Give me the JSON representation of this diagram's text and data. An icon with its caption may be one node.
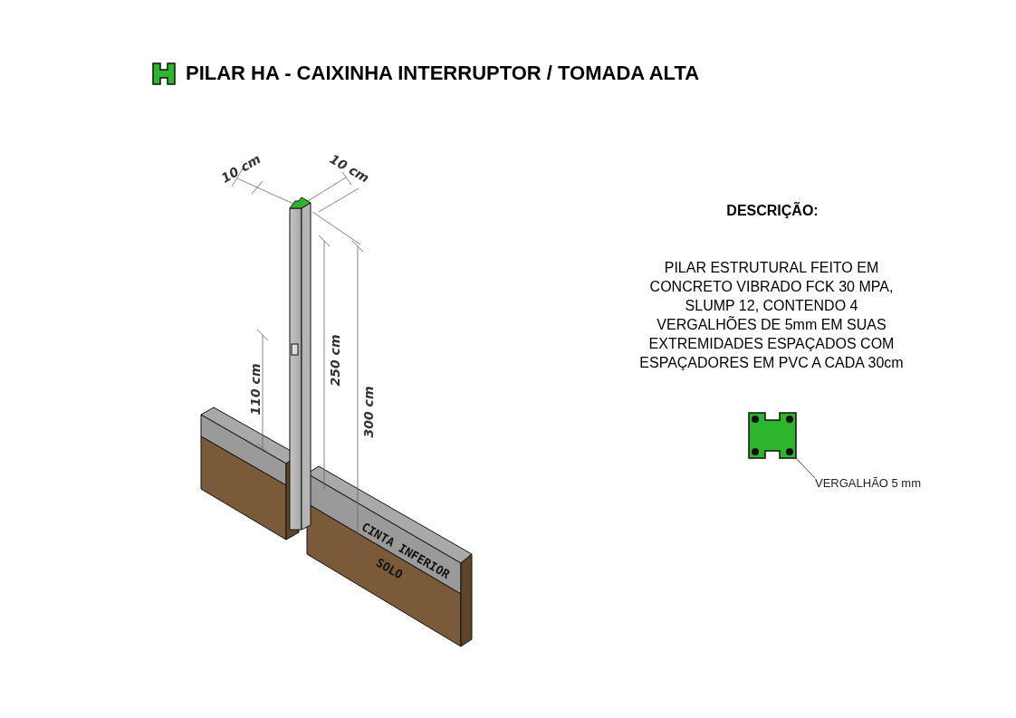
{
  "diagram": {
    "title": "PILAR HA - CAIXINHA INTERRUPTOR / TOMADA ALTA",
    "nodes": [
      {
        "text": [
          "VERGALHÃO 5 mm"
        ]
      },
      {
        "text": [],
        "shape": "picture"
      }
    ],
    "edges": [
      {
        "from": 0,
        "to": 1,
        "arrow": "none"
      }
    ],
    "labels": [
      "10 cm",
      "10 cm",
      "250 cm",
      "300 cm",
      "110 cm",
      "CINTA INFERIOR",
      "SOLO",
      "DESCRIÇÃO:",
      "PILAR ESTRUTURAL FEITO EM CONCRETO VIBRADO FCK 30 MPA, SLUMP 12, CONTENDO 4 VERGALHÕES DE 5mm EM SUAS EXTREMIDADES ESPAÇADOS COM ESPAÇADORES EM PVC A CADA 30cm"
    ]
  }
}
